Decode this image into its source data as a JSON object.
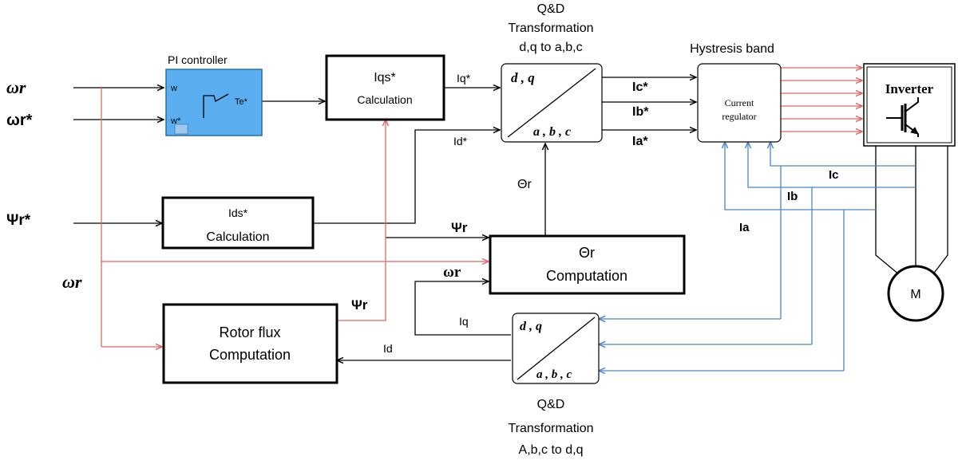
{
  "inputs": {
    "omega_r": "ωr",
    "omega_r_ref": "ωr*",
    "psi_r_ref": "Ψr*",
    "omega_r_lower": "ωr"
  },
  "pi_controller": {
    "title": "PI controller",
    "port_w": "w",
    "port_w_ref": "w*",
    "output": "Te*"
  },
  "iqs_block": {
    "name": "Iqs*",
    "caption": "Calculation"
  },
  "ids_block": {
    "name": "Ids*",
    "caption": "Calculation"
  },
  "transform_top": {
    "title_line1": "Q&D",
    "title_line2": "Transformation",
    "title_line3": "d,q to a,b,c",
    "top_label": "d , q",
    "bottom_label": "a , b , c"
  },
  "transform_bottom": {
    "title_line1": "Q&D",
    "title_line2": "Transformation",
    "title_line3": "A,b,c to d,q",
    "top_label": "d , q",
    "bottom_label": "a , b , c"
  },
  "hysteresis": {
    "title": "Hystresis band",
    "label_line1": "Current",
    "label_line2": "regulator"
  },
  "inverter": {
    "label": "Inverter"
  },
  "motor": {
    "label": "M"
  },
  "theta_block": {
    "line1": "Θr",
    "line2": "Computation"
  },
  "flux_block": {
    "line1": "Rotor flux",
    "line2": "Computation"
  },
  "signals": {
    "iq_ref": "Iq*",
    "id_ref": "Id*",
    "ic_ref": "Ic*",
    "ib_ref": "Ib*",
    "ia_ref": "Ia*",
    "theta_r": "Θr",
    "ic": "Ic",
    "ib": "Ib",
    "ia": "Ia",
    "psi_r_mid": "Ψr",
    "omega_r_mid": "ωr",
    "iq": "Iq",
    "id": "Id",
    "psi_r_flux": "Ψr"
  }
}
